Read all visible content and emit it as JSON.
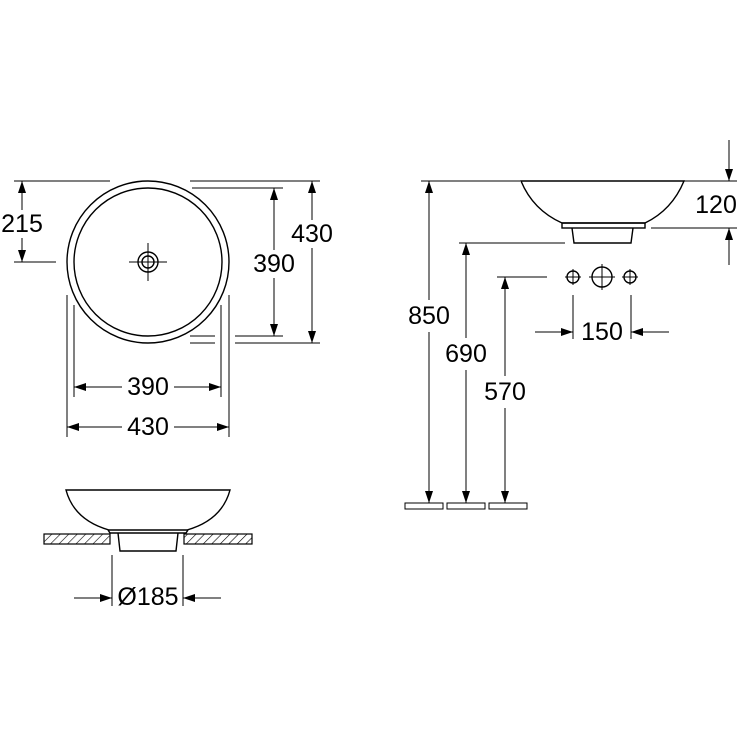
{
  "drawing": {
    "top_view": {
      "dim_offset_center": "215",
      "dim_inner_vertical": "390",
      "dim_outer_vertical": "430",
      "dim_inner_horizontal": "390",
      "dim_outer_horizontal": "430"
    },
    "front_section": {
      "dim_outlet_diameter": "Ø185"
    },
    "side_view": {
      "dim_bowl_height": "120",
      "dim_rim_height": "850",
      "dim_base_height": "690",
      "dim_tap_height": "570",
      "dim_tap_spacing": "150"
    },
    "colors": {
      "line": "#000000",
      "background": "#ffffff"
    }
  }
}
